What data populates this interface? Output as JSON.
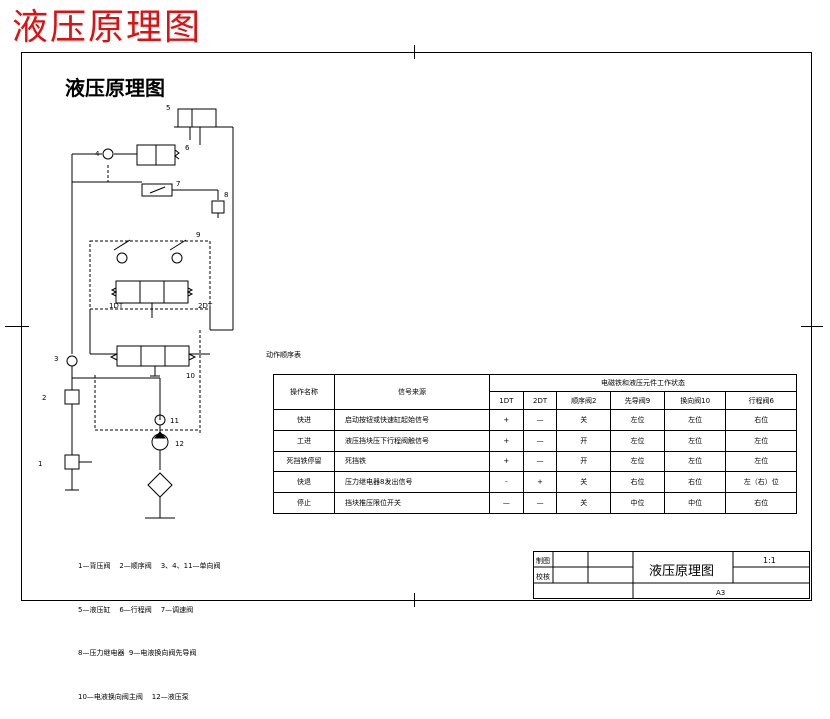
{
  "page": {
    "big_title": "液压原理图",
    "sub_title": "液压原理图"
  },
  "components": {
    "labels": [
      "1",
      "2",
      "3",
      "4",
      "5",
      "6",
      "7",
      "8",
      "9",
      "10",
      "11",
      "12"
    ],
    "valve_tags": {
      "left": "1DT",
      "right": "2DT"
    }
  },
  "legend": {
    "lines": [
      "1—背压阀    2—顺序阀    3、4、11—单向阀",
      "5—液压缸    6—行程阀    7—调速阀",
      "8—压力继电器  9—电液换向阀先导阀",
      "10—电液换向阀主阀    12—液压泵"
    ]
  },
  "sequence_table": {
    "caption": "动作顺序表",
    "group_header": "电磁铁和液压元件工作状态",
    "col_headers": [
      "操作名称",
      "信号来源",
      "1DT",
      "2DT",
      "顺序阀2",
      "先导阀9",
      "换向阀10",
      "行程阀6"
    ],
    "rows": [
      [
        "快进",
        "启动按钮或快速缸起始信号",
        "+",
        "—",
        "关",
        "左位",
        "左位",
        "右位"
      ],
      [
        "工进",
        "液压挡块压下行程阀触信号",
        "+",
        "—",
        "开",
        "左位",
        "左位",
        "左位"
      ],
      [
        "死挡铁停留",
        "死挡铁",
        "+",
        "—",
        "开",
        "左位",
        "左位",
        "左位"
      ],
      [
        "快退",
        "压力继电器8发出信号",
        "-",
        "+",
        "关",
        "右位",
        "右位",
        "左（右）位"
      ],
      [
        "停止",
        "挡块推压限位开关",
        "—",
        "—",
        "关",
        "中位",
        "中位",
        "右位"
      ]
    ]
  },
  "title_block": {
    "drawn_label": "制图",
    "checked_label": "校核",
    "name": "液压原理图",
    "scale": "1:1",
    "sheet_size": "A3"
  }
}
